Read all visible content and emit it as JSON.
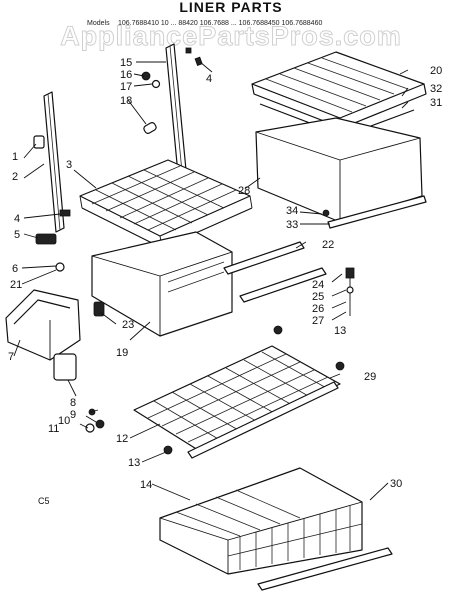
{
  "watermark": "AppliancePartsPros.com",
  "header": {
    "title": "LINER PARTS",
    "models_label": "Models",
    "models_text": "106.7688410 10 ... 88420 106.7688 ... 106.7688450 106.7688460"
  },
  "footer_code": "C5",
  "callouts": [
    {
      "id": "c1",
      "text": "1"
    },
    {
      "id": "c2",
      "text": "2"
    },
    {
      "id": "c3",
      "text": "3"
    },
    {
      "id": "c4a",
      "text": "4"
    },
    {
      "id": "c4b",
      "text": "4"
    },
    {
      "id": "c5",
      "text": "5"
    },
    {
      "id": "c6",
      "text": "6"
    },
    {
      "id": "c7",
      "text": "7"
    },
    {
      "id": "c8",
      "text": "8"
    },
    {
      "id": "c9",
      "text": "9"
    },
    {
      "id": "c10",
      "text": "10"
    },
    {
      "id": "c11",
      "text": "11"
    },
    {
      "id": "c12",
      "text": "12"
    },
    {
      "id": "c13a",
      "text": "13"
    },
    {
      "id": "c13b",
      "text": "13"
    },
    {
      "id": "c14",
      "text": "14"
    },
    {
      "id": "c15",
      "text": "15"
    },
    {
      "id": "c16",
      "text": "16"
    },
    {
      "id": "c17",
      "text": "17"
    },
    {
      "id": "c18",
      "text": "18"
    },
    {
      "id": "c19",
      "text": "19"
    },
    {
      "id": "c20",
      "text": "20"
    },
    {
      "id": "c21",
      "text": "21"
    },
    {
      "id": "c22",
      "text": "22"
    },
    {
      "id": "c23",
      "text": "23"
    },
    {
      "id": "c24",
      "text": "24"
    },
    {
      "id": "c25",
      "text": "25"
    },
    {
      "id": "c26",
      "text": "26"
    },
    {
      "id": "c27",
      "text": "27"
    },
    {
      "id": "c28",
      "text": "28"
    },
    {
      "id": "c29",
      "text": "29"
    },
    {
      "id": "c30",
      "text": "30"
    },
    {
      "id": "c31",
      "text": "31"
    },
    {
      "id": "c32",
      "text": "32"
    },
    {
      "id": "c33",
      "text": "33"
    },
    {
      "id": "c34",
      "text": "34"
    }
  ]
}
